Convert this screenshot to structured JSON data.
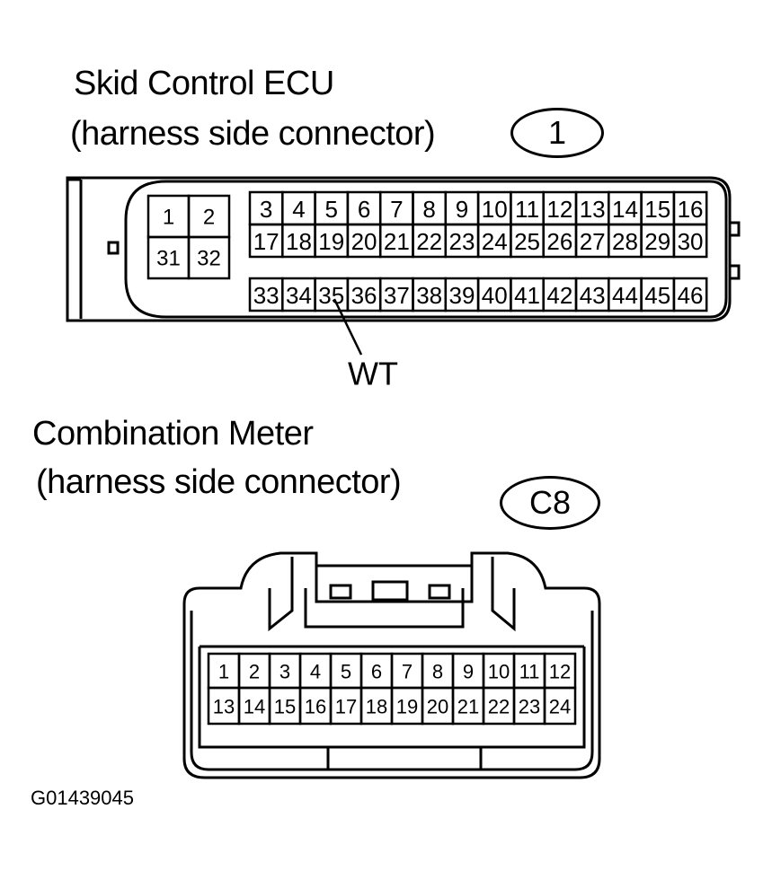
{
  "ecu": {
    "title": "Skid Control ECU",
    "subtitle": "(harness side connector)",
    "badge": "1",
    "left_block_pins": [
      "1",
      "2",
      "31",
      "32"
    ],
    "row1": [
      "3",
      "4",
      "5",
      "6",
      "7",
      "8",
      "9",
      "10",
      "11",
      "12",
      "13",
      "14",
      "15",
      "16"
    ],
    "row2": [
      "17",
      "18",
      "19",
      "20",
      "21",
      "22",
      "23",
      "24",
      "25",
      "26",
      "27",
      "28",
      "29",
      "30"
    ],
    "row3": [
      "33",
      "34",
      "35",
      "36",
      "37",
      "38",
      "39",
      "40",
      "41",
      "42",
      "43",
      "44",
      "45",
      "46"
    ],
    "wire_callout": "WT",
    "wire_pin": "35"
  },
  "meter": {
    "title": "Combination Meter",
    "subtitle": "(harness side connector)",
    "badge": "C8",
    "row1": [
      "1",
      "2",
      "3",
      "4",
      "5",
      "6",
      "7",
      "8",
      "9",
      "10",
      "11",
      "12"
    ],
    "row2": [
      "13",
      "14",
      "15",
      "16",
      "17",
      "18",
      "19",
      "20",
      "21",
      "22",
      "23",
      "24"
    ]
  },
  "figure_code": "G01439045"
}
